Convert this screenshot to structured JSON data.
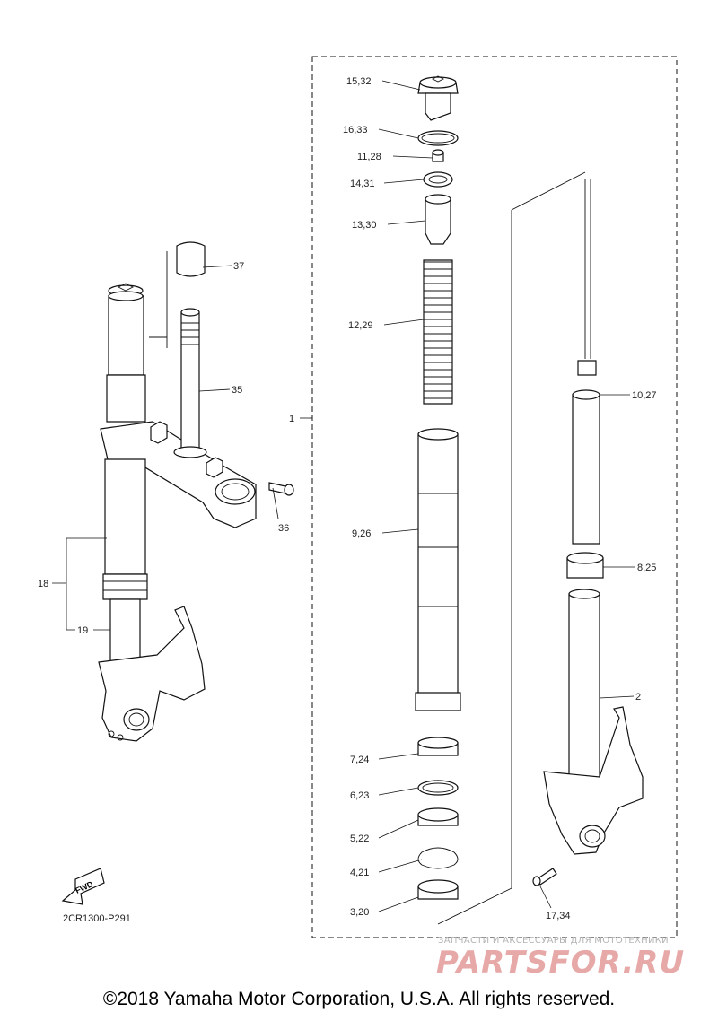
{
  "diagram": {
    "drawing_number": "2CR1300-P291",
    "fwd_marker": "FWD",
    "copyright": "©2018 Yamaha Motor Corporation, U.S.A. All rights reserved.",
    "watermark_line1": "ЗАПЧАСТИ И АКСЕССУАРЫ ДЛЯ МОТОТЕХНИКИ",
    "watermark_line2": "PARTSFOR.RU",
    "callouts": {
      "p1": "1",
      "p2": "2",
      "p3_20": "3,20",
      "p4_21": "4,21",
      "p5_22": "5,22",
      "p6_23": "6,23",
      "p7_24": "7,24",
      "p8_25": "8,25",
      "p9_26": "9,26",
      "p10_27": "10,27",
      "p11_28": "11,28",
      "p12_29": "12,29",
      "p13_30": "13,30",
      "p14_31": "14,31",
      "p15_32": "15,32",
      "p16_33": "16,33",
      "p17_34": "17,34",
      "p18": "18",
      "p19": "19",
      "p35": "35",
      "p36": "36",
      "p37": "37"
    }
  }
}
